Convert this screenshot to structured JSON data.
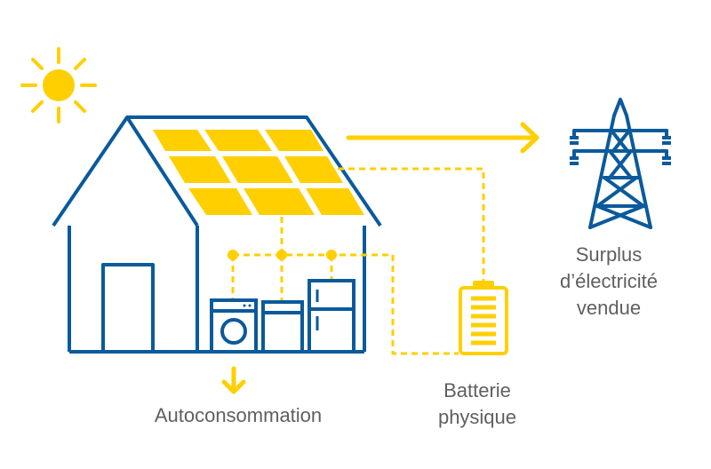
{
  "labels": {
    "autoconsommation": "Autoconsommation",
    "battery_line1": "Batterie",
    "battery_line2": "physique",
    "surplus_line1": "Surplus",
    "surplus_line2": "d’électricité",
    "surplus_line3": "vendue"
  },
  "colors": {
    "yellow": "#FFCF00",
    "blue": "#0A5A9C",
    "text": "#5F5F5F"
  },
  "icons": {
    "sun": "sun-icon",
    "pylon": "power-pylon-icon",
    "battery": "battery-icon",
    "washing_machine": "washing-machine-icon",
    "dryer": "dryer-icon",
    "fridge": "fridge-icon"
  }
}
